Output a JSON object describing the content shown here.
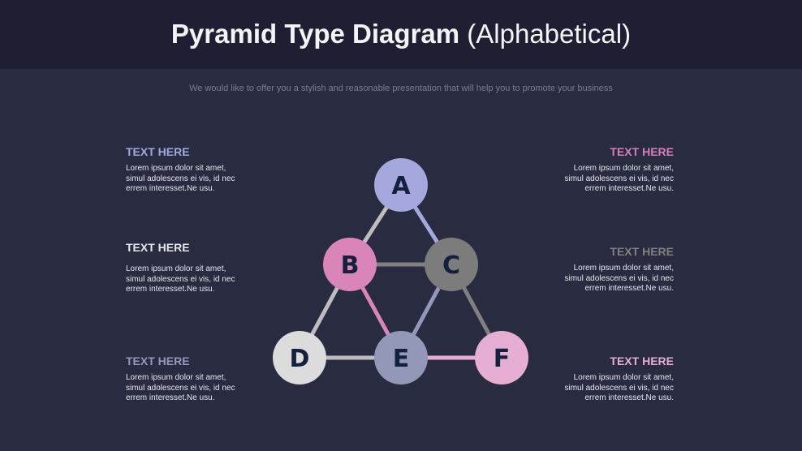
{
  "header": {
    "title_bold": "Pyramid Type Diagram",
    "title_light": "(Alphabetical)",
    "subtitle": "We would like to offer you a stylish and reasonable presentation that will help you to promote your business"
  },
  "colors": {
    "header_bg": "#1e1f33",
    "page_bg": "#292b40",
    "node_text": "#14213d"
  },
  "text_blocks": [
    {
      "side": "left",
      "heading": "TEXT HERE",
      "heading_color": "#a4a8dc",
      "body": [
        "Lorem ipsum dolor sit amet,",
        "simul adolescens ei vis, id nec",
        "errem interesset.Ne usu."
      ]
    },
    {
      "side": "left",
      "heading": "TEXT HERE",
      "heading_color": "#e6e6ea",
      "body": [
        "Lorem ipsum dolor sit amet,",
        "simul adolescens ei vis, id nec",
        "errem interesset.Ne usu."
      ]
    },
    {
      "side": "left",
      "heading": "TEXT HERE",
      "heading_color": "#9398b8",
      "body": [
        "Lorem ipsum dolor sit amet,",
        "simul adolescens ei vis, id nec",
        "errem interesset.Ne usu."
      ]
    },
    {
      "side": "right",
      "heading": "TEXT HERE",
      "heading_color": "#d67fb8",
      "body": [
        "Lorem ipsum dolor sit amet,",
        "simul adolescens ei vis, id nec",
        "errem interesset.Ne usu."
      ]
    },
    {
      "side": "right",
      "heading": "TEXT HERE",
      "heading_color": "#808080",
      "body": [
        "Lorem ipsum dolor sit amet,",
        "simul adolescens ei vis, id nec",
        "errem interesset.Ne usu."
      ]
    },
    {
      "side": "right",
      "heading": "TEXT HERE",
      "heading_color": "#e6aed2",
      "body": [
        "Lorem ipsum dolor sit amet,",
        "simul adolescens ei vis, id nec",
        "errem interesset.Ne usu."
      ]
    }
  ],
  "diagram": {
    "nodes": [
      {
        "label": "A",
        "color": "#a4a8dc"
      },
      {
        "label": "B",
        "color": "#d985ba"
      },
      {
        "label": "C",
        "color": "#7c7c7c"
      },
      {
        "label": "D",
        "color": "#dcdcdc"
      },
      {
        "label": "E",
        "color": "#9398b8"
      },
      {
        "label": "F",
        "color": "#e6aed2"
      }
    ],
    "edges": [
      {
        "from": "A",
        "to": "B",
        "color": "#bdbdbd"
      },
      {
        "from": "A",
        "to": "C",
        "color": "#a4a8dc"
      },
      {
        "from": "B",
        "to": "C",
        "color": "#808080"
      },
      {
        "from": "B",
        "to": "D",
        "color": "#bdbdbd"
      },
      {
        "from": "B",
        "to": "E",
        "color": "#d985ba"
      },
      {
        "from": "C",
        "to": "E",
        "color": "#9398b8"
      },
      {
        "from": "C",
        "to": "F",
        "color": "#808080"
      },
      {
        "from": "D",
        "to": "E",
        "color": "#bdbdbd"
      },
      {
        "from": "E",
        "to": "F",
        "color": "#e6aed2"
      }
    ]
  }
}
